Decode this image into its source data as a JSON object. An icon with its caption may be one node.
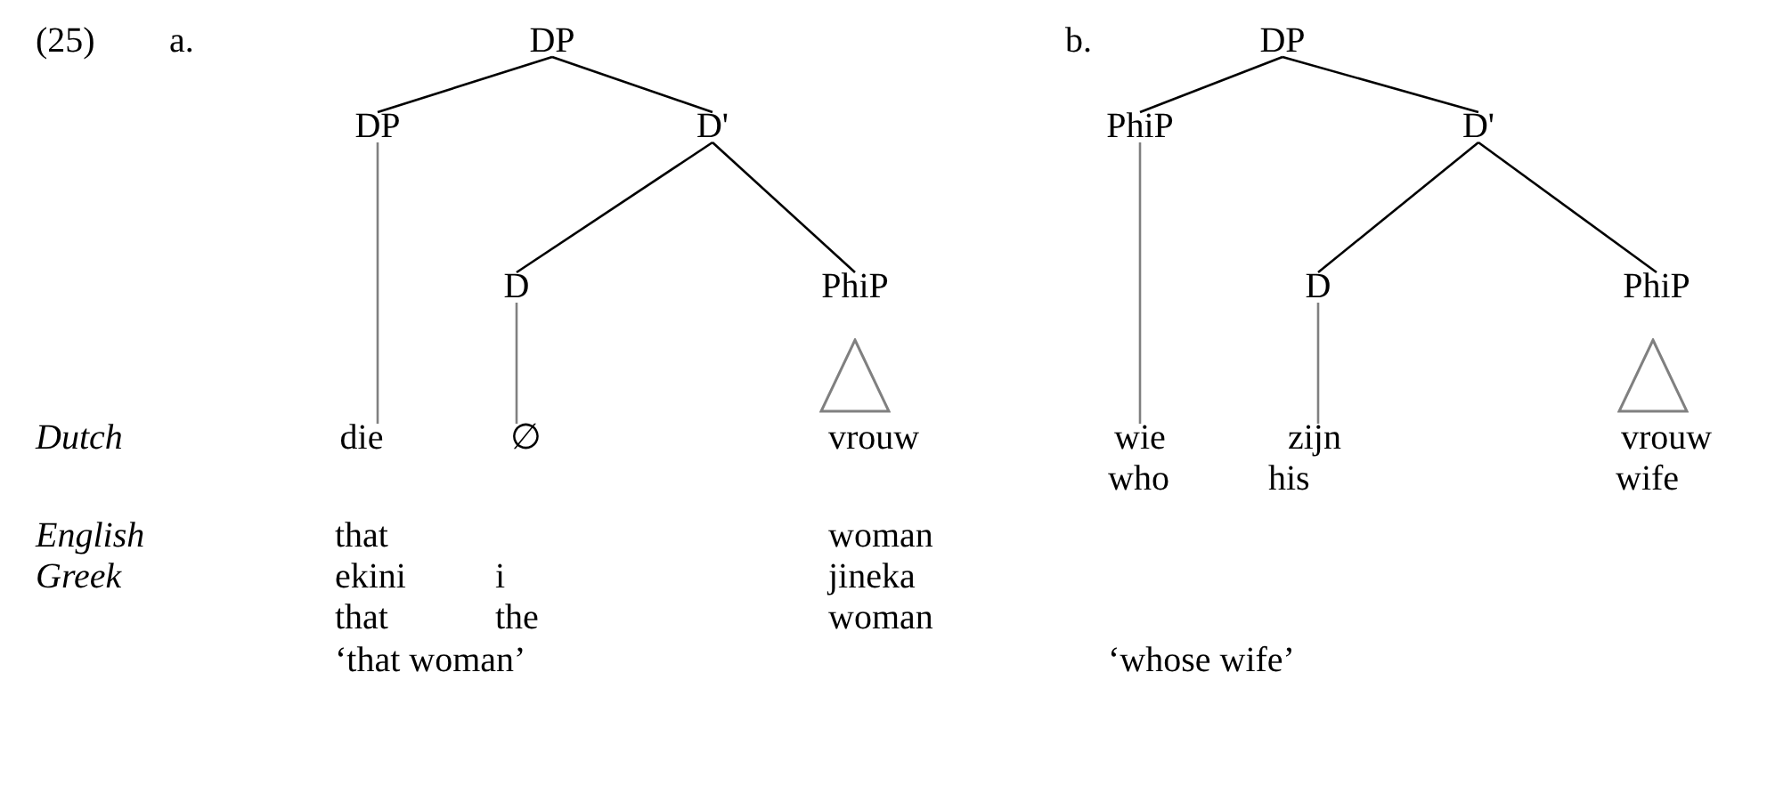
{
  "diagram": {
    "nodes": [
      {
        "text": [
          "DP"
        ]
      },
      {
        "text": [
          "DP"
        ]
      },
      {
        "text": [
          "D'"
        ]
      },
      {
        "text": [
          "D"
        ]
      },
      {
        "text": [
          "PhiP"
        ]
      },
      {
        "text": [],
        "shape": "triangle"
      },
      {
        "text": [
          "die"
        ]
      },
      {
        "text": [
          "∅"
        ]
      },
      {
        "text": [
          "DP"
        ]
      },
      {
        "text": [
          "PhiP"
        ]
      },
      {
        "text": [
          "D'"
        ]
      },
      {
        "text": [
          "D"
        ]
      },
      {
        "text": [
          "PhiP"
        ]
      },
      {
        "text": [],
        "shape": "triangle"
      },
      {
        "text": [
          "wie"
        ]
      },
      {
        "text": [
          "zijn"
        ]
      }
    ],
    "edges": [
      {
        "from": 0,
        "to": 1,
        "arrow": "none"
      },
      {
        "from": 0,
        "to": 2,
        "arrow": "none"
      },
      {
        "from": 2,
        "to": 3,
        "arrow": "none"
      },
      {
        "from": 2,
        "to": 4,
        "arrow": "none"
      },
      {
        "from": 1,
        "to": 6,
        "arrow": "none",
        "color": "#808080"
      },
      {
        "from": 3,
        "to": 7,
        "arrow": "none",
        "color": "#808080"
      },
      {
        "from": 8,
        "to": 9,
        "arrow": "none"
      },
      {
        "from": 8,
        "to": 10,
        "arrow": "none"
      },
      {
        "from": 10,
        "to": 11,
        "arrow": "none"
      },
      {
        "from": 10,
        "to": 12,
        "arrow": "none"
      },
      {
        "from": 9,
        "to": 14,
        "arrow": "none",
        "color": "#808080"
      },
      {
        "from": 11,
        "to": 15,
        "arrow": "none",
        "color": "#808080"
      }
    ],
    "labels": [
      "(25)",
      "a.",
      "b.",
      "Dutch",
      "vrouw",
      "vrouw",
      "who",
      "his",
      "wife",
      "English",
      "that",
      "woman",
      "Greek",
      "ekini",
      "i",
      "jineka",
      "that",
      "the",
      "woman",
      "‘that woman’",
      "‘whose wife’"
    ]
  }
}
